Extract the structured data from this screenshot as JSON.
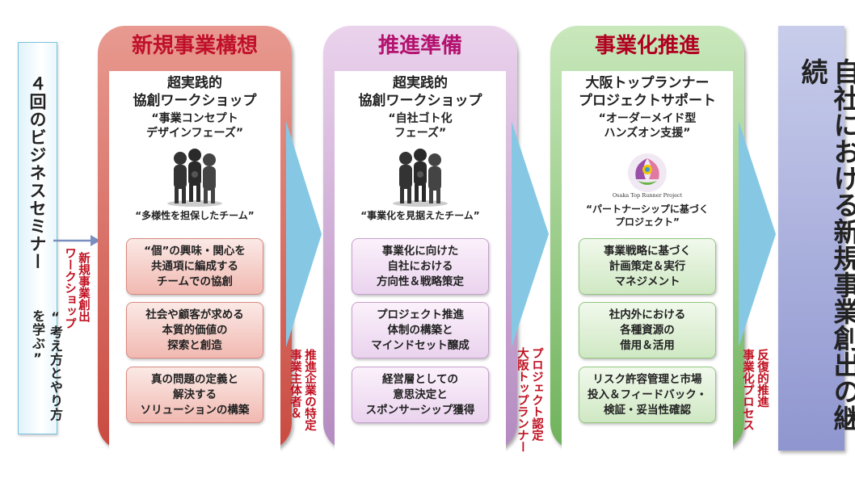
{
  "seminar": {
    "title": "４回のビジネスセミナー",
    "subtitle": "“考え方とやり方を学ぶ”"
  },
  "arrow_label": {
    "line1": "ワークショップ",
    "line2": "新規事業創出"
  },
  "phases": [
    {
      "header": "新規事業構想",
      "title_line1": "超実践的",
      "title_line2": "協創ワークショップ",
      "sub_line1": "“事業コンセプト",
      "sub_line2": "デザインフェーズ”",
      "caption": "“多様性を担保したチーム”",
      "cards": [
        [
          "“個”の興味・関心を",
          "共通項に編成する",
          "チームでの協創"
        ],
        [
          "社会や顧客が求める",
          "本質的価値の",
          "探索と創造"
        ],
        [
          "真の問題の定義と",
          "解決する",
          "ソリューションの構築"
        ]
      ]
    },
    {
      "header": "推進準備",
      "title_line1": "超実践的",
      "title_line2": "協創ワークショップ",
      "sub_line1": "“自社ゴト化",
      "sub_line2": "フェーズ”",
      "caption": "“事業化を見据えたチーム”",
      "cards": [
        [
          "事業化に向けた",
          "自社における",
          "方向性＆戦略策定"
        ],
        [
          "プロジェクト推進",
          "体制の構築と",
          "マインドセット醸成"
        ],
        [
          "経営層としての",
          "意思決定と",
          "スポンサーシップ獲得"
        ]
      ]
    },
    {
      "header": "事業化推進",
      "title_line1": "大阪トップランナー",
      "title_line2": "プロジェクトサポート",
      "sub_line1": "“オーダーメイド型",
      "sub_line2": "ハンズオン支援”",
      "logo_text": "Osaka Top Runner Project",
      "caption_line1": "“パートナーシップに基づく",
      "caption_line2": "プロジェクト”",
      "cards": [
        [
          "事業戦略に基づく",
          "計画策定＆実行",
          "マネジメント"
        ],
        [
          "社内外における",
          "各種資源の",
          "借用＆活用"
        ],
        [
          "リスク許容管理と市場",
          "投入＆フィードバック・",
          "検証・妥当性確認"
        ]
      ]
    }
  ],
  "transitions": [
    {
      "line1": "推進企業の特定",
      "line2": "事業主体者＆"
    },
    {
      "line1": "プロジェクト認定",
      "line2": "大阪トップランナー"
    },
    {
      "line1": "反復的推進",
      "line2": "事業化プロセス"
    }
  ],
  "final": {
    "text": "自社における新規事業創出の継続"
  },
  "colors": {
    "phase1": "#c94a40",
    "phase2": "#b48ac0",
    "phase3": "#6fb25a",
    "chevron": "#7fc4e0",
    "final": "#8f96cf",
    "label_red": "#c01020"
  }
}
